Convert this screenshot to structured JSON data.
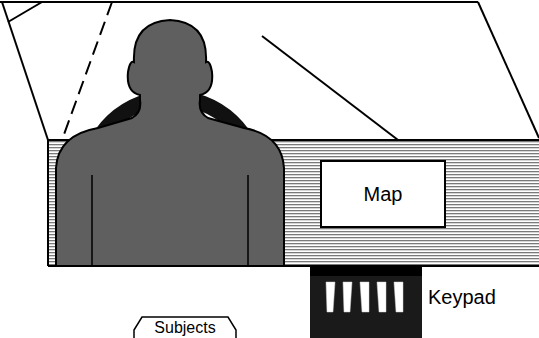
{
  "diagram": {
    "nodes": [
      {
        "text": [
          "Map"
        ]
      },
      {
        "text": [
          "Keypad"
        ]
      },
      {
        "text": [
          "Subjects"
        ]
      }
    ]
  }
}
